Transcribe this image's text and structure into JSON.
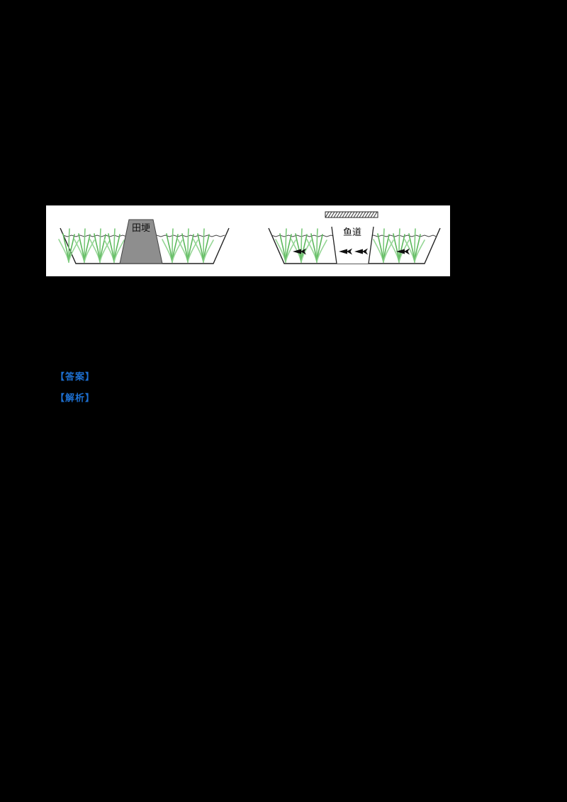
{
  "figure": {
    "left_panel": {
      "description": "rice paddy cross-section with field ridge",
      "ridge_label": "田埂"
    },
    "right_panel": {
      "description": "rice paddy cross-section with fish passage",
      "fishway_label": "鱼道",
      "fish_count": 4,
      "fish_direction": "left"
    }
  },
  "links": {
    "answer": "【答案】",
    "analysis": "【解析】"
  },
  "colors": {
    "page_background": "#000000",
    "figure_background": "#ffffff",
    "ridge_gray": "#8e8e8e",
    "plant_green": "#5cb85c",
    "fish_black": "#111111",
    "link_blue": "#1d6fd0"
  }
}
